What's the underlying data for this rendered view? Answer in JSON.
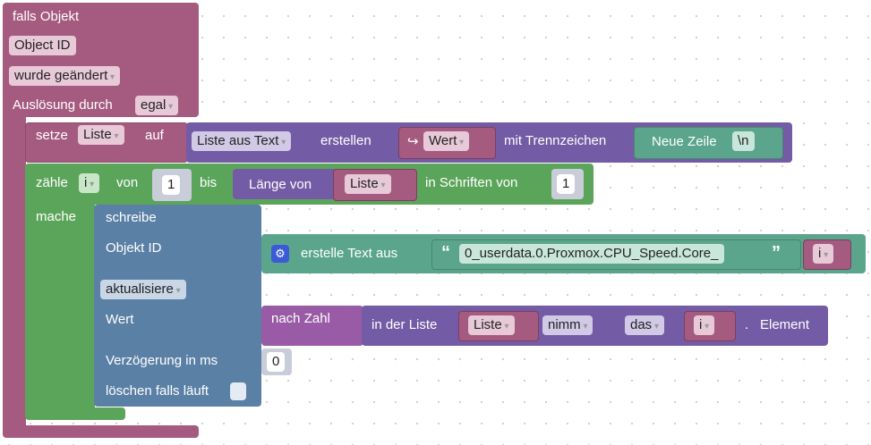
{
  "event": {
    "title": "falls Objekt",
    "object_id": "Object ID",
    "change": "wurde geändert",
    "trigger_label": "Auslösung durch",
    "trigger": "egal"
  },
  "set": {
    "label": "setze",
    "var": "Liste",
    "to": "auf"
  },
  "split": {
    "mode": "Liste aus Text",
    "create": "erstellen",
    "value_var": "Wert",
    "value_arrow": "↪",
    "delim_label": "mit Trennzeichen",
    "delim_text": "Neue Zeile",
    "delim_value": "\\n"
  },
  "loop": {
    "label": "zähle",
    "var": "i",
    "from_label": "von",
    "from": "1",
    "to_label": "bis",
    "length_label": "Länge von",
    "length_var": "Liste",
    "step_label": "in Schriften von",
    "step": "1",
    "do_label": "mache"
  },
  "write": {
    "label": "schreibe",
    "id_label": "Objekt ID",
    "mode": "aktualisiere",
    "value_label": "Wert",
    "delay_label": "Verzögerung in ms",
    "delay": "0",
    "clear_label": "löschen falls läuft"
  },
  "join": {
    "label": "erstelle Text aus",
    "open_quote": "“",
    "text": "0_userdata.0.Proxmox.CPU_Speed.Core_",
    "close_quote": "”",
    "var": "i"
  },
  "tonum": {
    "label": "nach Zahl"
  },
  "getitem": {
    "label": "in der Liste",
    "list": "Liste",
    "op": "nimm",
    "where": "das",
    "index": "i",
    "dot": ".",
    "suffix": "Element"
  }
}
